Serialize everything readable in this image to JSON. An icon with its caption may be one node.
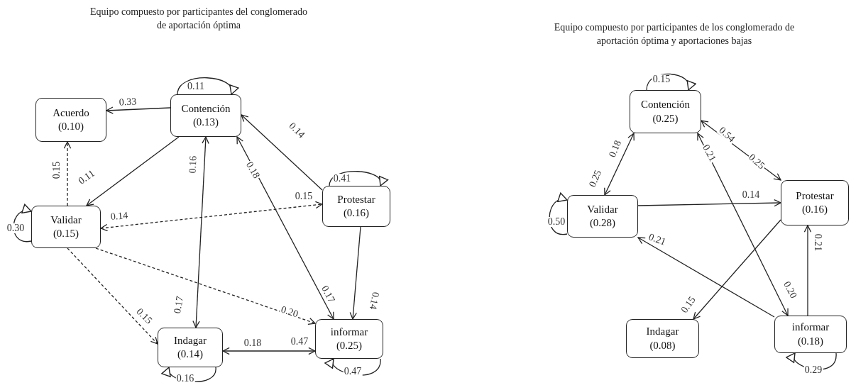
{
  "diagram": {
    "nodes": [
      {
        "text": [
          "Acuerdo",
          "(0.10)"
        ]
      },
      {
        "text": [
          "Contención",
          "(0.13)"
        ]
      },
      {
        "text": [
          "Validar",
          "(0.15)"
        ]
      },
      {
        "text": [
          "Protestar",
          "(0.16)"
        ]
      },
      {
        "text": [
          "Indagar",
          "(0.14)"
        ]
      },
      {
        "text": [
          "informar",
          "(0.25)"
        ]
      },
      {
        "text": [
          "Contención",
          "(0.25)"
        ]
      },
      {
        "text": [
          "Protestar",
          "(0.16)"
        ]
      },
      {
        "text": [
          "Validar",
          "(0.28)"
        ]
      },
      {
        "text": [
          "Indagar",
          "(0.08)"
        ]
      },
      {
        "text": [
          "informar",
          "(0.18)"
        ]
      }
    ],
    "edges": [
      {
        "from": 1,
        "to": 0,
        "arrow": "to",
        "label": "0.33"
      },
      {
        "from": 1,
        "to": 2,
        "arrow": "to",
        "label": "0.11"
      },
      {
        "from": 2,
        "to": 0,
        "arrow": "to",
        "label": "0.15",
        "style": "dashed"
      },
      {
        "from": 3,
        "to": 1,
        "arrow": "to",
        "label": "0.14"
      },
      {
        "from": 2,
        "to": 3,
        "arrow": "both",
        "label": "0.14",
        "style": "dashed"
      },
      {
        "from": 1,
        "to": 4,
        "arrow": "both",
        "label": "0.16"
      },
      {
        "from": 1,
        "to": 5,
        "arrow": "both",
        "label": "0.18"
      },
      {
        "from": 2,
        "to": 4,
        "arrow": "to",
        "label": "0.15",
        "style": "dashed"
      },
      {
        "from": 2,
        "to": 5,
        "arrow": "to",
        "label": "0.20",
        "style": "dashed"
      },
      {
        "from": 3,
        "to": 5,
        "arrow": "to",
        "label": "0.14"
      },
      {
        "from": 4,
        "to": 5,
        "arrow": "both",
        "label": "0.18"
      },
      {
        "from": 1,
        "to": 1,
        "arrow": "to",
        "label": "0.11"
      },
      {
        "from": 3,
        "to": 3,
        "arrow": "to",
        "label": "0.41"
      },
      {
        "from": 2,
        "to": 2,
        "arrow": "to",
        "label": "0.30"
      },
      {
        "from": 4,
        "to": 4,
        "arrow": "to",
        "label": "0.16"
      },
      {
        "from": 5,
        "to": 5,
        "arrow": "to",
        "label": "0.47"
      },
      {
        "from": 6,
        "to": 8,
        "arrow": "both",
        "label": "0.18"
      },
      {
        "from": 6,
        "to": 7,
        "arrow": "both",
        "label": "0.54"
      },
      {
        "from": 6,
        "to": 10,
        "arrow": "both",
        "label": "0.21"
      },
      {
        "from": 8,
        "to": 7,
        "arrow": "to",
        "label": "0.14"
      },
      {
        "from": 10,
        "to": 8,
        "arrow": "to",
        "label": "0.21"
      },
      {
        "from": 7,
        "to": 9,
        "arrow": "to",
        "label": "0.15"
      },
      {
        "from": 10,
        "to": 7,
        "arrow": "to",
        "label": "0.21"
      },
      {
        "from": 6,
        "to": 6,
        "arrow": "to",
        "label": "0.15"
      },
      {
        "from": 8,
        "to": 8,
        "arrow": "to",
        "label": "0.50"
      },
      {
        "from": 10,
        "to": 10,
        "arrow": "to",
        "label": "0.29"
      }
    ],
    "labels": [
      "Equipo compuesto por participantes del conglomerado de aportación óptima",
      "Equipo compuesto por participantes de los conglomerado de aportación óptima y aportaciones bajas",
      "0.15",
      "0.17",
      "0.17",
      "0.47",
      "0.25",
      "0.25",
      "0.20"
    ]
  }
}
